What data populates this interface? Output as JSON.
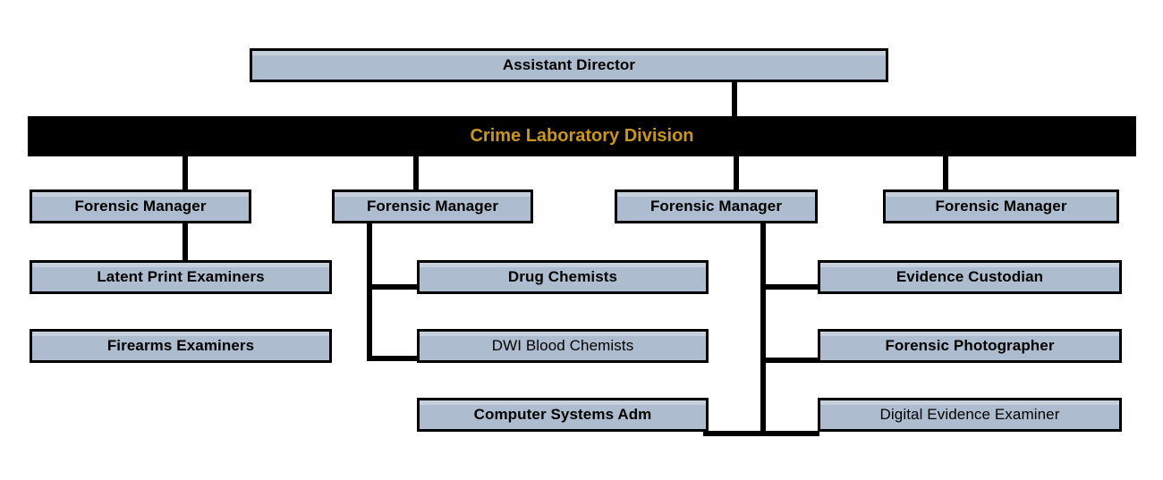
{
  "chart_data": {
    "type": "diagram",
    "title": "Crime Laboratory Division organizational chart",
    "orientation": "top-down hierarchy",
    "background_color": "#ffffff",
    "node_fill_color": "#aebccf",
    "node_border_color": "#000000",
    "banner_fill_color": "#000000",
    "banner_text_color": "#c8961e",
    "nodes": [
      {
        "id": "assistant-director",
        "label": "Assistant Director",
        "level": 0
      },
      {
        "id": "crime-laboratory-division",
        "label": "Crime Laboratory Division",
        "level": 1
      },
      {
        "id": "forensic-manager-1",
        "label": "Forensic Manager",
        "level": 2
      },
      {
        "id": "forensic-manager-2",
        "label": "Forensic Manager",
        "level": 2
      },
      {
        "id": "forensic-manager-3",
        "label": "Forensic Manager",
        "level": 2
      },
      {
        "id": "forensic-manager-4",
        "label": "Forensic Manager",
        "level": 2
      },
      {
        "id": "latent-print-examiners",
        "label": "Latent Print Examiners",
        "level": 3
      },
      {
        "id": "firearms-examiners",
        "label": "Firearms Examiners",
        "level": 3
      },
      {
        "id": "drug-chemists",
        "label": "Drug Chemists",
        "level": 3
      },
      {
        "id": "dwi-blood-chemists",
        "label": "DWI Blood Chemists",
        "level": 3
      },
      {
        "id": "computer-systems-adm",
        "label": "Computer Systems Adm",
        "level": 3
      },
      {
        "id": "evidence-custodian",
        "label": "Evidence Custodian",
        "level": 3
      },
      {
        "id": "forensic-photographer",
        "label": "Forensic Photographer",
        "level": 3
      },
      {
        "id": "digital-evidence-examiner",
        "label": "Digital Evidence Examiner",
        "level": 3
      }
    ],
    "edges": [
      {
        "from": "assistant-director",
        "to": "crime-laboratory-division"
      },
      {
        "from": "crime-laboratory-division",
        "to": "forensic-manager-1"
      },
      {
        "from": "crime-laboratory-division",
        "to": "forensic-manager-2"
      },
      {
        "from": "crime-laboratory-division",
        "to": "forensic-manager-3"
      },
      {
        "from": "crime-laboratory-division",
        "to": "forensic-manager-4"
      },
      {
        "from": "forensic-manager-1",
        "to": "latent-print-examiners"
      },
      {
        "from": "forensic-manager-2",
        "to": "drug-chemists"
      },
      {
        "from": "forensic-manager-2",
        "to": "dwi-blood-chemists"
      },
      {
        "from": "forensic-manager-3",
        "to": "evidence-custodian"
      },
      {
        "from": "forensic-manager-3",
        "to": "forensic-photographer"
      },
      {
        "from": "forensic-manager-3",
        "to": "digital-evidence-examiner"
      },
      {
        "from": "forensic-manager-3",
        "to": "computer-systems-adm"
      }
    ]
  },
  "top": {
    "assistant_director": "Assistant Director"
  },
  "division": {
    "title": "Crime Laboratory Division"
  },
  "managers": [
    {
      "label": "Forensic Manager"
    },
    {
      "label": "Forensic Manager"
    },
    {
      "label": "Forensic Manager"
    },
    {
      "label": "Forensic Manager"
    }
  ],
  "units": {
    "latent_print_examiners": "Latent Print Examiners",
    "firearms_examiners": "Firearms Examiners",
    "drug_chemists": "Drug Chemists",
    "dwi_blood_chemists": "DWI Blood Chemists",
    "computer_systems_adm": "Computer Systems Adm",
    "evidence_custodian": "Evidence Custodian",
    "forensic_photographer": "Forensic Photographer",
    "digital_evidence_examiner": "Digital Evidence Examiner"
  }
}
